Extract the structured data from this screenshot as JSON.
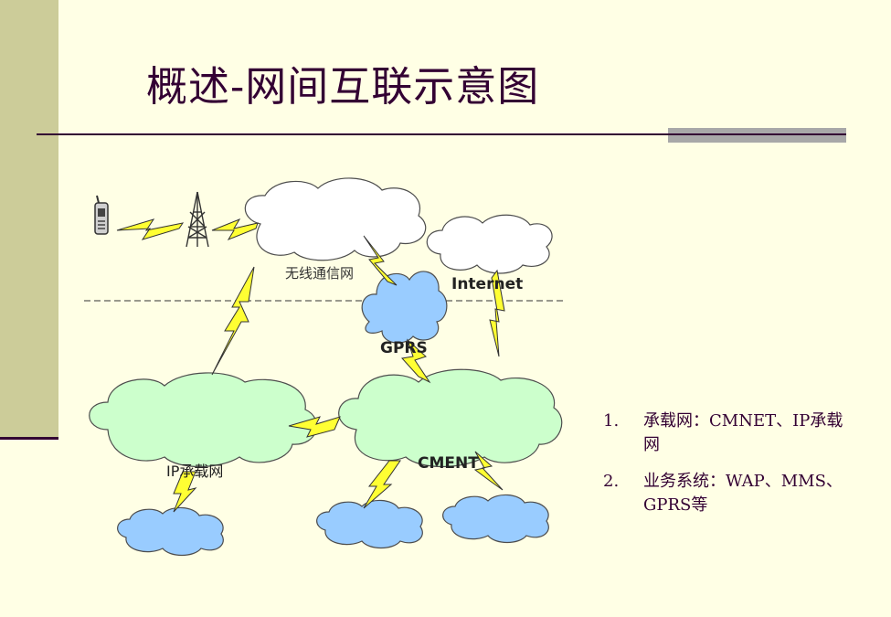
{
  "title": "概述-网间互联示意图",
  "diagram": {
    "labels": {
      "wireless": "无线通信网",
      "internet": "Internet",
      "gprs": "GPRS",
      "ip_bearer": "IP承载网",
      "cment": "CMENT"
    },
    "colors": {
      "white_cloud": "#ffffff",
      "green_cloud": "#ccffcc",
      "blue_cloud": "#99ccff",
      "cloud_stroke": "#4d4d4d",
      "lightning": "#ffff33",
      "dashed_line": "#333333"
    },
    "icons": [
      "phone-icon",
      "tower-icon"
    ]
  },
  "list": {
    "items": [
      {
        "num": "1.",
        "text": "承载网：CMNET、IP承载网"
      },
      {
        "num": "2.",
        "text": "业务系统：WAP、MMS、GPRS等"
      }
    ]
  }
}
